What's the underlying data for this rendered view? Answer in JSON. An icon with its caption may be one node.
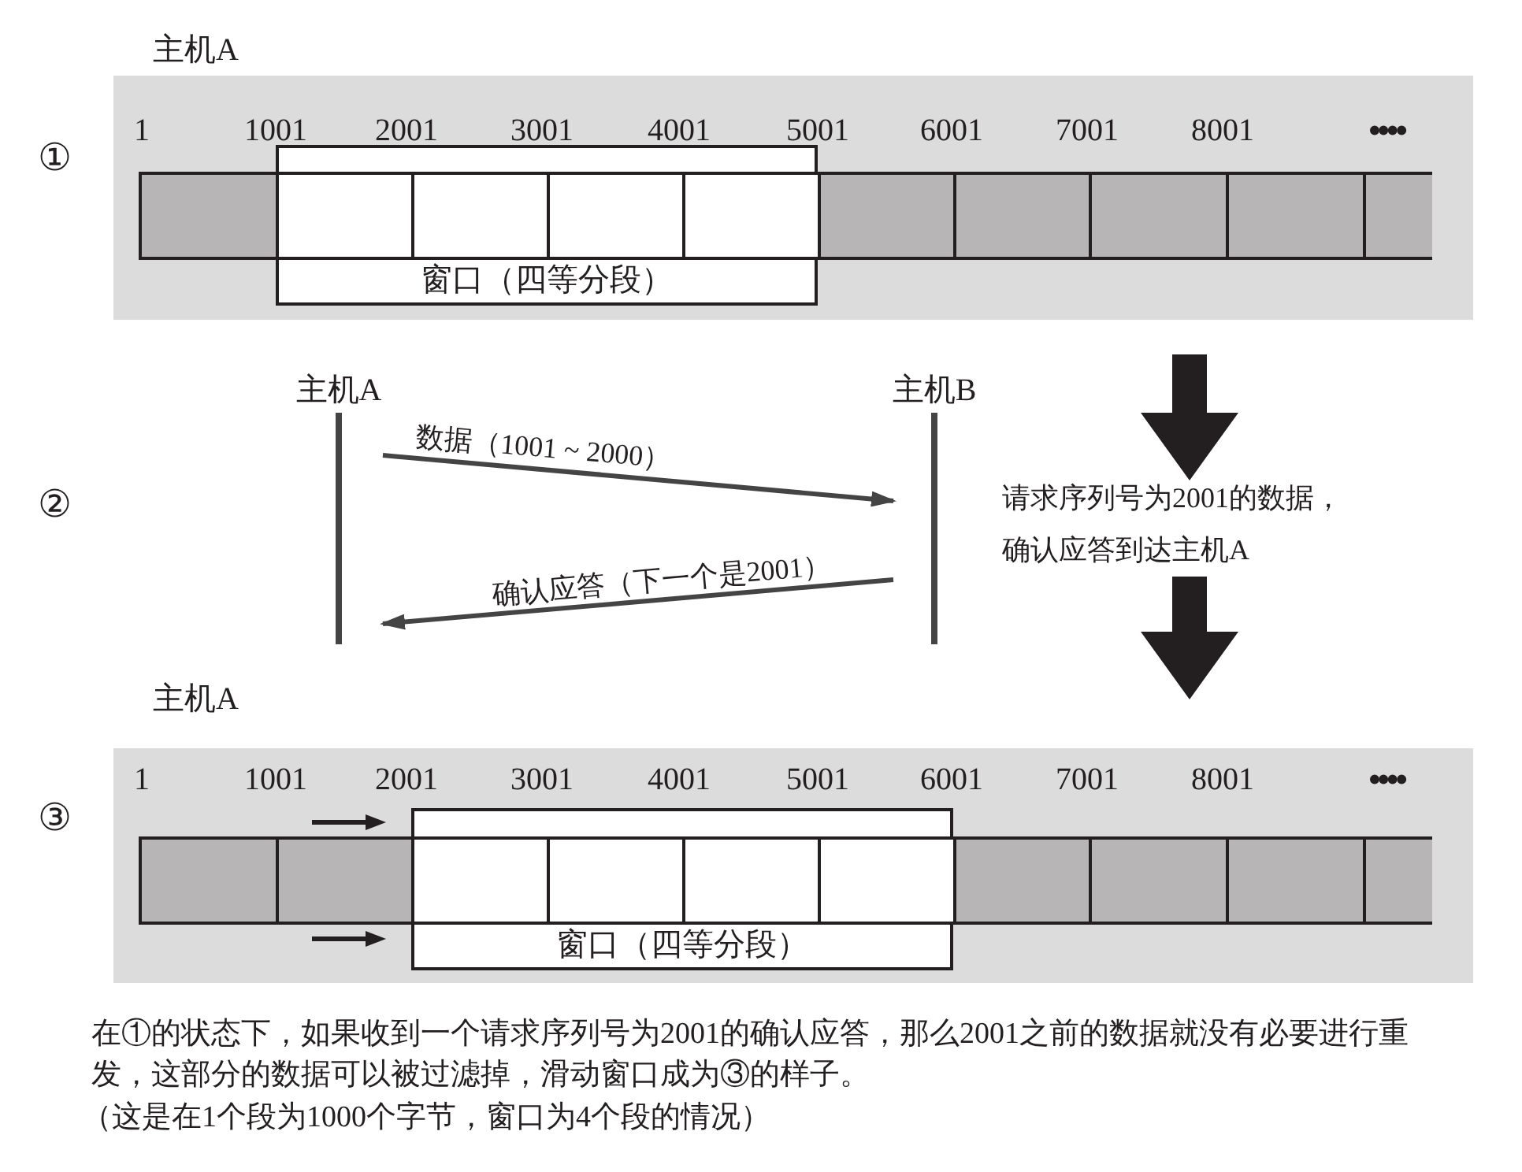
{
  "diagram": {
    "caption": "在①的状态下，如果收到一个请求序列号为2001的确认应答，那么2001之前的数据就没有必要进行重发，这部分的数据可以被过滤掉，滑动窗口成为③的样子。",
    "nodes": [
      {
        "text": [
          "主机A"
        ]
      },
      {
        "text": [
          "窗口（四等分段）"
        ],
        "in": 0
      },
      {
        "text": [
          "主机A"
        ]
      },
      {
        "text": [
          "主机B"
        ]
      },
      {
        "text": [
          "主机A"
        ]
      },
      {
        "text": [
          "窗口（四等分段）"
        ],
        "in": 4
      }
    ],
    "edges": [
      {
        "from": 2,
        "to": 3,
        "arrow": "to",
        "label": "数据（1001 ~ 2000）"
      },
      {
        "from": 3,
        "to": 2,
        "arrow": "to",
        "label": "确认应答（下一个是2001）"
      }
    ],
    "labels": [
      "①",
      "1",
      "1001",
      "2001",
      "3001",
      "4001",
      "5001",
      "6001",
      "7001",
      "8001",
      "••••",
      "②",
      "请求序列号为2001的数据，确认应答到达主机A",
      "③",
      "1",
      "1001",
      "2001",
      "3001",
      "4001",
      "5001",
      "6001",
      "7001",
      "8001",
      "••••",
      "（这是在1个段为1000个字节，窗口为4个段的情况）"
    ]
  }
}
